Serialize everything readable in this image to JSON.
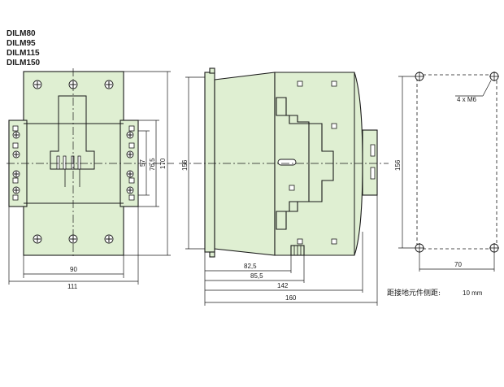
{
  "models": [
    "DILM80",
    "DILM95",
    "DILM115",
    "DILM150"
  ],
  "dimensions": {
    "front_width_inner": "90",
    "front_width_total": "111",
    "height_57": "57",
    "height_76_5": "76,5",
    "height_170": "170",
    "side_height": "156",
    "depth_82_5": "82,5",
    "depth_85_5": "85,5",
    "depth_142": "142",
    "depth_160": "160",
    "mount_height": "156",
    "mount_width": "70",
    "mount_screws": "4 x  M6"
  },
  "note": {
    "label": "距接地元件侧距:",
    "value": "10 mm"
  },
  "colors": {
    "body": "#dfefd2",
    "line": "#1a1a1a"
  }
}
